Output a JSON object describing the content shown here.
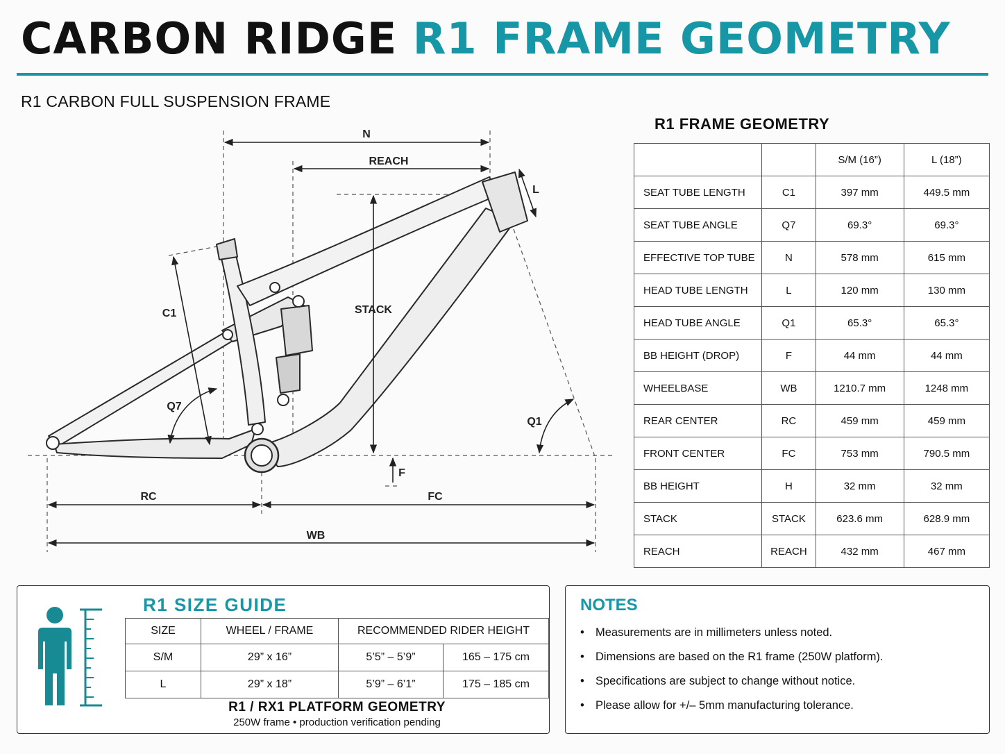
{
  "header": {
    "title_main": "CARBON RIDGE",
    "title_accent": "R1 FRAME GEOMETRY",
    "subtitle": "R1 CARBON FULL SUSPENSION FRAME"
  },
  "colors": {
    "accent": "#1797a6",
    "text": "#111111",
    "line": "#333333"
  },
  "diagram": {
    "labels": {
      "n": "N",
      "reach": "REACH",
      "l": "L",
      "c1": "C1",
      "stack": "STACK",
      "q7": "Q7",
      "q1": "Q1",
      "f": "F",
      "rc": "RC",
      "fc": "FC",
      "wb": "WB"
    }
  },
  "geometry": {
    "heading": "R1 FRAME GEOMETRY",
    "columns": [
      "",
      "",
      "S/M (16”)",
      "L (18”)"
    ],
    "rows": [
      [
        "SEAT TUBE LENGTH",
        "C1",
        "397 mm",
        "449.5 mm"
      ],
      [
        "SEAT TUBE ANGLE",
        "Q7",
        "69.3°",
        "69.3°"
      ],
      [
        "EFFECTIVE TOP TUBE",
        "N",
        "578 mm",
        "615 mm"
      ],
      [
        "HEAD TUBE LENGTH",
        "L",
        "120 mm",
        "130 mm"
      ],
      [
        "HEAD TUBE ANGLE",
        "Q1",
        "65.3°",
        "65.3°"
      ],
      [
        "BB HEIGHT (DROP)",
        "F",
        "44 mm",
        "44 mm"
      ],
      [
        "WHEELBASE",
        "WB",
        "1210.7 mm",
        "1248 mm"
      ],
      [
        "REAR CENTER",
        "RC",
        "459 mm",
        "459 mm"
      ],
      [
        "FRONT CENTER",
        "FC",
        "753 mm",
        "790.5 mm"
      ],
      [
        "BB HEIGHT",
        "H",
        "32 mm",
        "32 mm"
      ],
      [
        "STACK",
        "STACK",
        "623.6 mm",
        "628.9 mm"
      ],
      [
        "REACH",
        "REACH",
        "432 mm",
        "467 mm"
      ]
    ]
  },
  "size_guide": {
    "title": "R1 SIZE GUIDE",
    "headers": [
      "SIZE",
      "WHEEL / FRAME",
      "RECOMMENDED RIDER HEIGHT"
    ],
    "rows": [
      [
        "S/M",
        "29” x 16”",
        "5’5” – 5’9”",
        "165 – 175 cm"
      ],
      [
        "L",
        "29” x 18”",
        "5’9” – 6’1”",
        "175 – 185 cm"
      ]
    ],
    "platform_title": "R1 / RX1 PLATFORM GEOMETRY",
    "platform_note": "250W frame • production verification pending",
    "icon": "person-height-icon"
  },
  "notes": {
    "title": "NOTES",
    "items": [
      "Measurements are in millimeters unless noted.",
      "Dimensions are based on the R1 frame (250W platform).",
      "Specifications are subject to change without notice.",
      "Please allow for +/– 5mm manufacturing tolerance."
    ]
  }
}
